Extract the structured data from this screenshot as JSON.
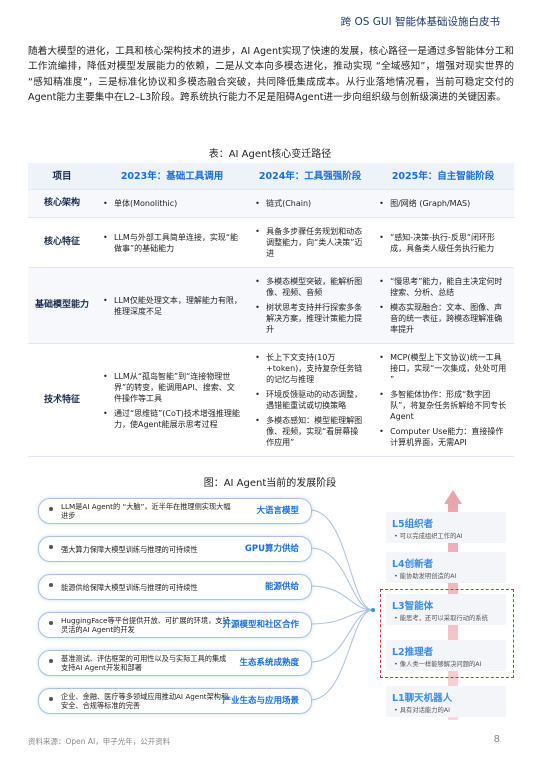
{
  "header": {
    "title": "跨 OS GUI 智能体基础设施白皮书"
  },
  "intro": "随着大模型的进化，工具和核心架构技术的进步，AI Agent实现了快速的发展，核心路径一是通过多智能体分工和工作流编排，降低对模型发展能力的依赖，二是从文本向多模态进化，推动实现 “全域感知”，增强对现实世界的 “感知精准度”，三是标准化协议和多模态融合突破，共同降低集成成本。从行业落地情况看，当前可稳定交付的Agent能力主要集中在L2–L3阶段。跨系统执行能力不足是阻碍Agent进一步向组织级与创新级演进的关键因素。",
  "table": {
    "caption": "表：AI Agent核心变迁路径",
    "headers": [
      "项目",
      "2023年：基础工具调用",
      "2024年：工具强强阶段",
      "2025年：自主智能阶段"
    ],
    "rows": [
      {
        "label": "核心架构",
        "cells": [
          [
            "单体(Monolithic)"
          ],
          [
            "链式(Chain)"
          ],
          [
            "图/网络 (Graph/MAS)"
          ]
        ]
      },
      {
        "label": "核心特征",
        "cells": [
          [
            "LLM与外部工具简单连接，实现“能做事”的基础能力"
          ],
          [
            "具备多步骤任务规划和动态调整能力，向“类人决策”迈进"
          ],
          [
            "“感知-决策-执行-反思”闭环形成，具备类人级任务执行能力"
          ]
        ]
      },
      {
        "label": "基础模型能力",
        "cells": [
          [
            "LLM仅能处理文本，理解能力有限，推理深度不足"
          ],
          [
            "多模态模型突破，能解析图像、视频、音频",
            "树状思考支持并行探索多条解决方案，推理计策能力提升"
          ],
          [
            "“慢思考”能力，能自主决定何时搜索、分析、总结",
            "模态实现融合：文本、图像、声音的统一表征，跨模态理解准确率提升"
          ]
        ]
      },
      {
        "label": "技术特征",
        "cells": [
          [
            "LLM从“孤岛智能”到“连接物理世界”的转变，能调用API、搜索、文件操作等工具",
            "通过“思维链”(CoT)技术增强推理能力，使Agent能展示思考过程"
          ],
          [
            "长上下文支持(10万+token)，支持复杂任务链的记忆与推理",
            "环境反馈驱动的动态调整，遇错能重试或切换策略",
            "多模态感知：模型能理解图像、视频，实现“看屏幕操作应用”"
          ],
          [
            "MCP(模型上下文协议)统一工具接口，实现“一次集成，处处可用 ”",
            "多智能体协作：形成“数字团队”，将复杂任务拆解给不同专长Agent",
            "Computer Use能力：直接操作计算机界面，无需API"
          ]
        ]
      }
    ]
  },
  "diagram": {
    "caption": "图：AI Agent当前的发展阶段",
    "factors": [
      {
        "text": "LLM是AI Agent的 “大脑”，近半年在推理侧实现大幅进步",
        "label": "大语言模型"
      },
      {
        "text": "强大算力保障大模型训练与推理的可持续性",
        "label": "GPU算力供给"
      },
      {
        "text": "能源供给保障大模型训练与推理的可持续性",
        "label": "能源供给"
      },
      {
        "text": "HuggingFace等平台提供开放、可扩展的环境，支持灵活的AI Agent的开发",
        "label": "开源模型和社区合作"
      },
      {
        "text": "基准测试、评估框架的可用性以及与实际工具的集成支持AI Agent开发和部署",
        "label": "生态系统成熟度"
      },
      {
        "text": "企业、金融、医疗等多领域应用推动AI Agent架构和安全、合规等标准的完善",
        "label": "产业生态与应用场景"
      }
    ],
    "levels": [
      {
        "name": "L5组织者",
        "desc": "可以完成组织工作的AI"
      },
      {
        "name": "L4创新者",
        "desc": "能协助发明创造的AI"
      },
      {
        "name": "L3智能体",
        "desc": "能思考，还可以采取行动的系统"
      },
      {
        "name": "L2推理者",
        "desc": "像人类一样能够解决问题的AI"
      },
      {
        "name": "L1聊天机器人",
        "desc": "具有对话能力的AI"
      }
    ],
    "colors": {
      "accent": "#1a6fd6",
      "highlight": "#d23535"
    }
  },
  "footer": {
    "source": "资料来源：Open AI，甲子光年，公开资料",
    "page": "8"
  }
}
